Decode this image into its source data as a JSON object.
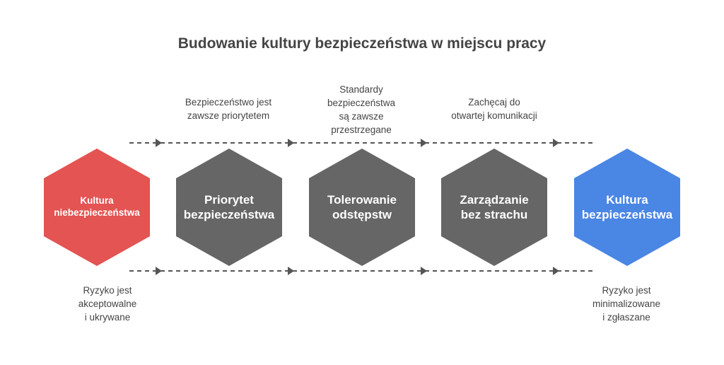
{
  "title": "Budowanie kultury bezpieczeństwa w miejscu pracy",
  "colors": {
    "start": "#E35452",
    "step": "#666666",
    "end": "#4A86E4",
    "line": "#555555"
  },
  "stages": [
    {
      "line1": "Kultura",
      "line2": "niebezpieczeństwa"
    },
    {
      "line1": "Priorytet",
      "line2": "bezpieczeństwa"
    },
    {
      "line1": "Tolerowanie",
      "line2": "odstępstw"
    },
    {
      "line1": "Zarządzanie",
      "line2": "bez strachu"
    },
    {
      "line1": "Kultura",
      "line2": "bezpieczeństwa"
    }
  ],
  "top_notes": [
    [
      "Bezpieczeństwo jest",
      "zawsze priorytetem"
    ],
    [
      "Standardy",
      "bezpieczeństwa",
      "są zawsze",
      "przestrzegane"
    ],
    [
      "Zachęcaj do",
      "otwartej komunikacji"
    ]
  ],
  "bottom_notes": [
    [
      "Ryzyko jest",
      "akceptowalne",
      "i ukrywane"
    ],
    [
      "Ryzyko jest",
      "minimalizowane",
      "i zgłaszane"
    ]
  ]
}
